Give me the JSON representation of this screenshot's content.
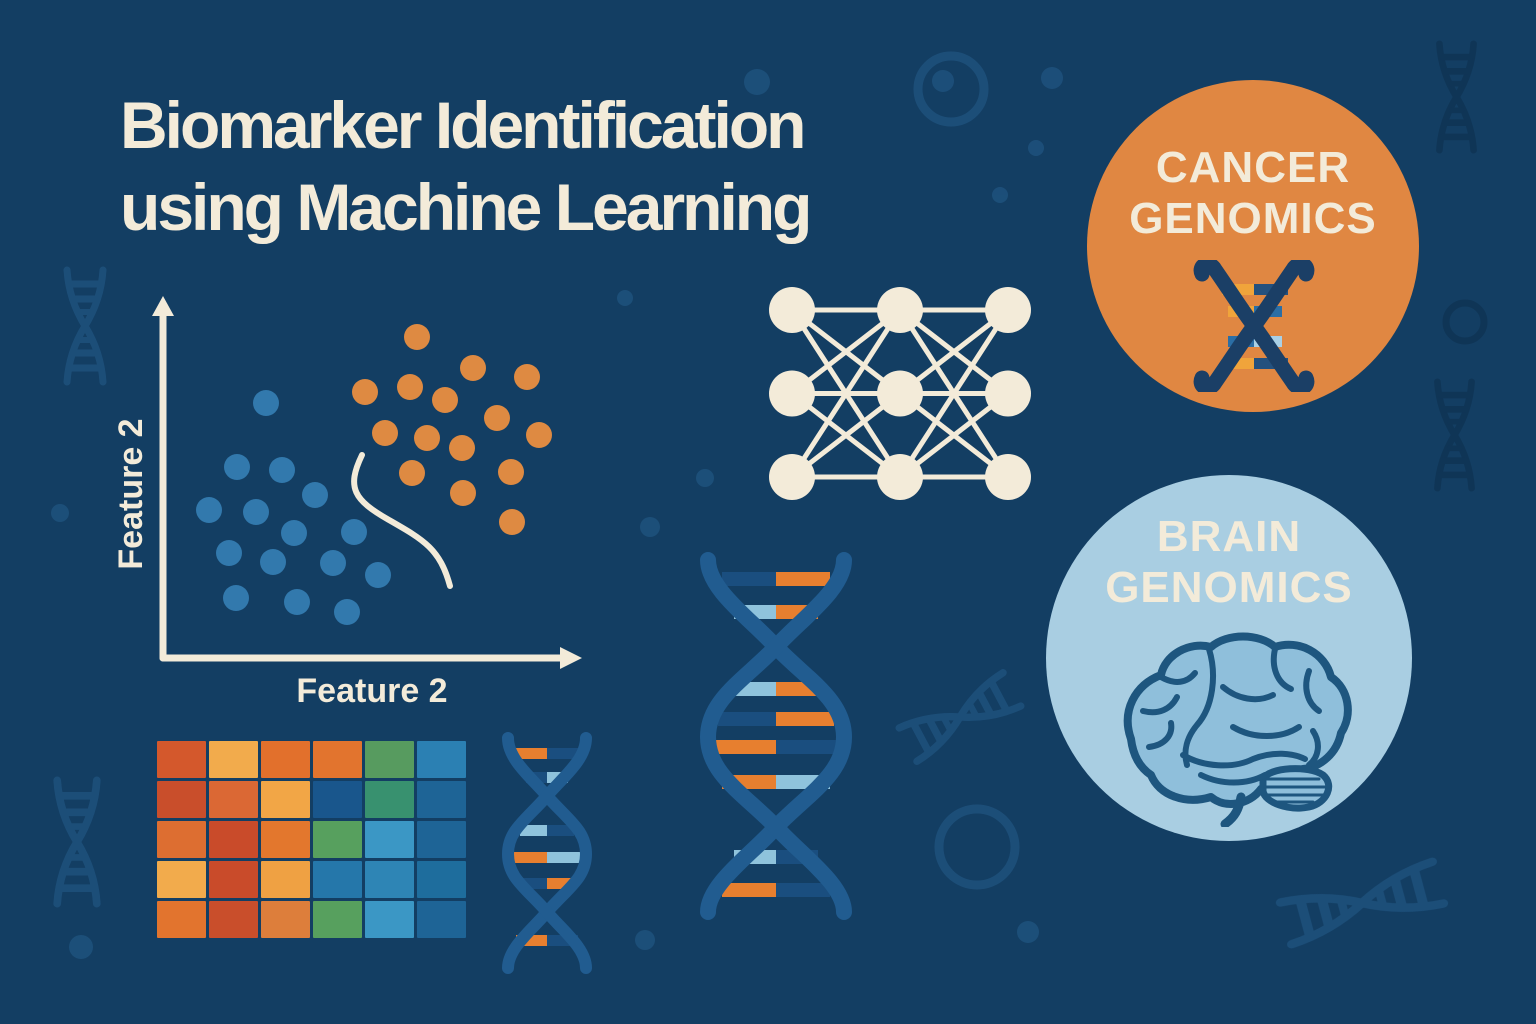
{
  "title": {
    "line1": "Biomarker Identification",
    "line2": "using Machine Learning"
  },
  "scatter_plot": {
    "x_label": "Feature 2",
    "y_label": "Feature 2",
    "point_radius": 13,
    "class_a": {
      "name": "blue-cluster",
      "color": "#3279AD",
      "points": [
        [
          166,
          111
        ],
        [
          137,
          175
        ],
        [
          182,
          178
        ],
        [
          215,
          203
        ],
        [
          109,
          218
        ],
        [
          156,
          220
        ],
        [
          194,
          241
        ],
        [
          254,
          240
        ],
        [
          129,
          261
        ],
        [
          173,
          270
        ],
        [
          233,
          271
        ],
        [
          278,
          283
        ],
        [
          136,
          306
        ],
        [
          197,
          310
        ],
        [
          247,
          320
        ]
      ]
    },
    "class_b": {
      "name": "orange-cluster",
      "color": "#DE8A42",
      "points": [
        [
          317,
          45
        ],
        [
          373,
          76
        ],
        [
          427,
          85
        ],
        [
          265,
          100
        ],
        [
          310,
          95
        ],
        [
          345,
          108
        ],
        [
          397,
          126
        ],
        [
          285,
          141
        ],
        [
          327,
          146
        ],
        [
          439,
          143
        ],
        [
          362,
          156
        ],
        [
          312,
          181
        ],
        [
          411,
          180
        ],
        [
          363,
          201
        ],
        [
          412,
          230
        ]
      ]
    },
    "decision_boundary": "s-curve"
  },
  "heatmap": {
    "rows": 5,
    "cols": 6,
    "cell_colors": [
      [
        "#D4582C",
        "#F2AB4C",
        "#E2702C",
        "#E2742E",
        "#579B5F",
        "#2B80B3"
      ],
      [
        "#C94E2B",
        "#DB6834",
        "#F2A646",
        "#19568C",
        "#38916F",
        "#1E6496"
      ],
      [
        "#DD6E31",
        "#C94B2A",
        "#E3772D",
        "#57A05E",
        "#3B97C5",
        "#1E6496"
      ],
      [
        "#F2AB4C",
        "#C94B2A",
        "#EFA143",
        "#2577AA",
        "#2E85B5",
        "#1E6D9D"
      ],
      [
        "#E2742E",
        "#C94E2B",
        "#DD7E3B",
        "#57A05E",
        "#3B97C5",
        "#1E6496"
      ]
    ]
  },
  "neural_network": {
    "layers": [
      3,
      3,
      3
    ],
    "node_color": "#F3EBD9",
    "link_color": "#F3EBD9"
  },
  "badges": {
    "cancer": {
      "line1": "CANCER",
      "line2": "GENOMICS",
      "circle_color": "#E08742"
    },
    "brain": {
      "line1": "BRAIN",
      "line2": "GENOMICS",
      "circle_color": "#A9CEE2"
    }
  },
  "colors": {
    "background": "#133E63",
    "text_cream": "#F3EBD9",
    "dna_strand": "#215C90",
    "rung_orange": "#E77F2F",
    "rung_navy": "#1A4E7F",
    "rung_lightblue": "#8FC3DC"
  }
}
